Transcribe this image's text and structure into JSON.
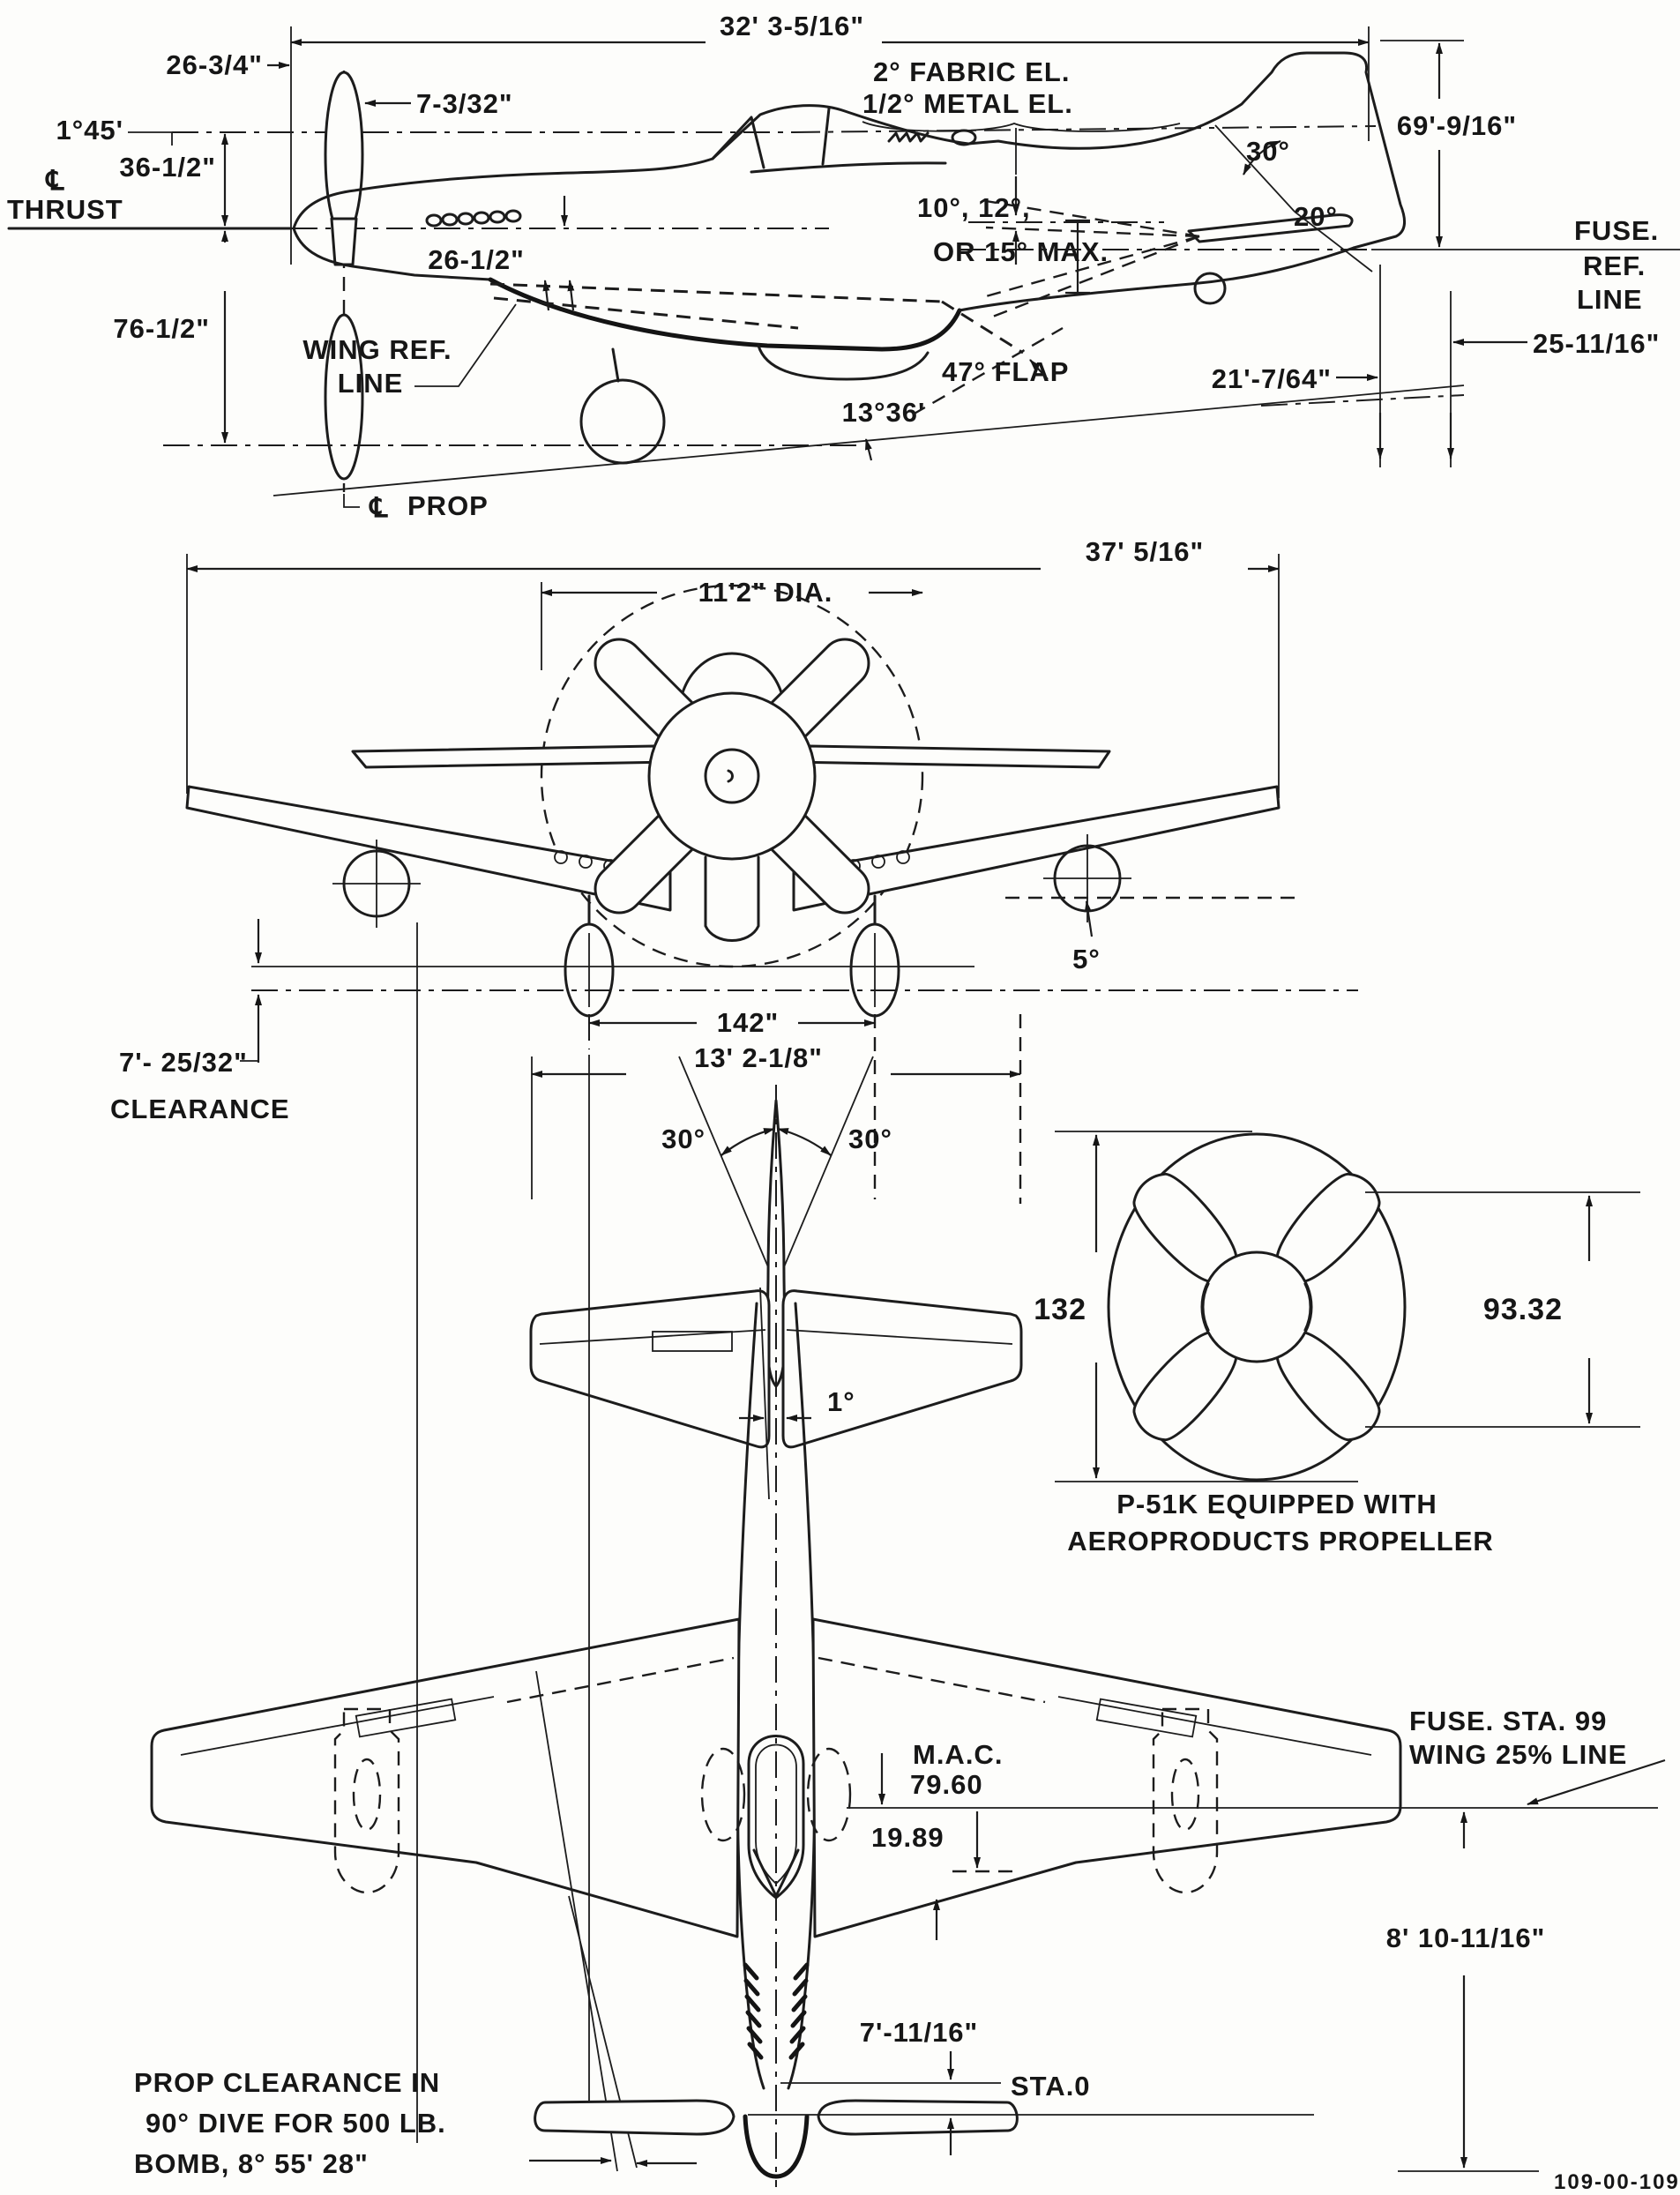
{
  "document": {
    "type": "aircraft three-view dimensional drawing",
    "subject": "North American P-51 Mustang principal dimensions",
    "drawing_number": "109-00-109",
    "ink_color": "#1c1c1c",
    "paper_color": "#fdfdfb"
  },
  "side_view": {
    "labels": {
      "overall_length": "32' 3-5/16\"",
      "spinner_dim": "26-3/4\"",
      "prop_blade_offset": "7-3/32\"",
      "thrust_angle": "1°45'",
      "thrust_cl_symbol": "℄",
      "thrust_cl_word": "THRUST",
      "thrust_drop": "36-1/2\"",
      "fabric_elevator": "2° FABRIC EL.",
      "metal_elevator": "1/2° METAL EL.",
      "rudder_left_throw": "30°",
      "rudder_right_throw": "20°",
      "fin_height": "69'-9/16\"",
      "fuse_ref_line_1": "FUSE.",
      "fuse_ref_line_2": "REF.",
      "fuse_ref_line_3": "LINE",
      "elevator_throw_1": "10°, 12°,",
      "elevator_throw_2": "OR 15° MAX.",
      "wing_root_drop": "26-1/2\"",
      "prop_ground": "76-1/2\"",
      "wing_ref_1": "WING REF.",
      "wing_ref_2": "LINE",
      "tail_dim_fwd": "21'-7/64\"",
      "tail_dim_aft": "25-11/16\"",
      "flap_angle": "47°  FLAP",
      "static_ground_angle": "13°36'",
      "prop_cl_symbol": "℄",
      "prop_cl_word": "PROP"
    }
  },
  "front_view": {
    "labels": {
      "wingspan": "37' 5/16\"",
      "prop_diameter": "11'2\" DIA.",
      "dihedral": "5°",
      "wheel_track": "142\"",
      "clearance_value": "7'- 25/32\"",
      "clearance_word": "CLEARANCE"
    }
  },
  "plan_view": {
    "labels": {
      "stab_span": "13' 2-1/8\"",
      "rudder_swing_left": "30°",
      "rudder_swing_right": "30°",
      "fin_offset": "1°",
      "mac_word": "M.A.C.",
      "mac_value": "79.60",
      "mac_le_offset": "19.89",
      "fuse_station": "FUSE. STA. 99",
      "wing_25_line": "WING 25% LINE",
      "sta99_to_bottom": "8' 10-11/16\"",
      "sta0_to_prop": "7'-11/16\"",
      "sta0": "STA.0",
      "prop_clearance_1": "PROP CLEARANCE IN",
      "prop_clearance_2": "90° DIVE FOR 500 LB.",
      "prop_clearance_3": "BOMB, 8° 55' 28\""
    }
  },
  "prop_detail": {
    "labels": {
      "disc_diameter": "132",
      "blade_chord_span": "93.32",
      "caption_1": "P-51K EQUIPPED WITH",
      "caption_2": "AEROPRODUCTS PROPELLER"
    }
  }
}
